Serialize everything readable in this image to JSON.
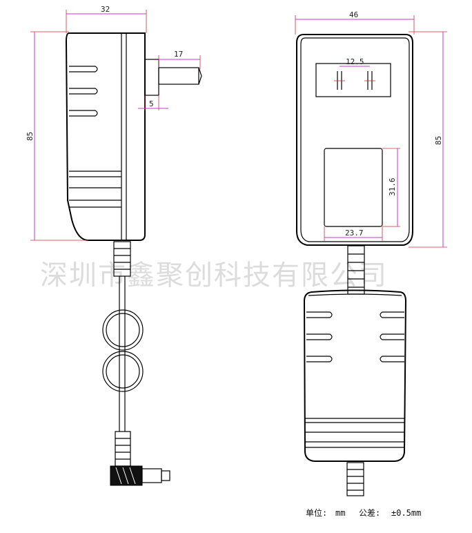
{
  "watermark": "深圳市鑫聚创科技有限公司",
  "dimensions": {
    "side_width": "32",
    "side_height": "85",
    "pin_length": "17",
    "pin_offset": "5",
    "front_width": "46",
    "front_height": "85",
    "pin_spacing": "12.5",
    "label_height": "31.6",
    "label_width": "23.7"
  },
  "footer": {
    "unit_label": "单位:",
    "unit_value": "mm",
    "tolerance_label": "公差:",
    "tolerance_value": "±0.5mm"
  },
  "colors": {
    "line": "#000000",
    "dimension": "#cc33cc",
    "extension": "#cc3333",
    "watermark": "#dcdcdc"
  }
}
